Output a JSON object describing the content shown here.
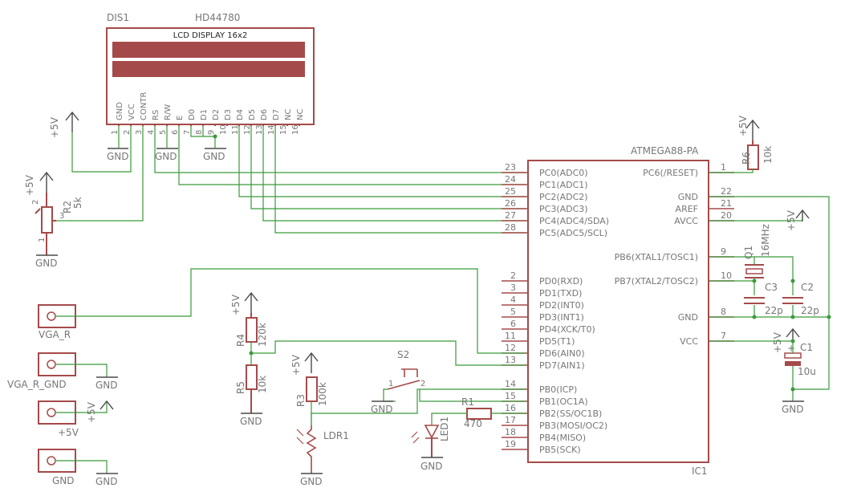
{
  "display": {
    "ref": "DIS1",
    "part": "HD44780",
    "title": "LCD DISPLAY 16x2",
    "pin_names": [
      "GND",
      "VCC",
      "CONTR",
      "RS",
      "R/W",
      "E",
      "D0",
      "D1",
      "D2",
      "D3",
      "D4",
      "D5",
      "D6",
      "D7",
      "NC",
      "NC"
    ],
    "pin_numbers": [
      "1",
      "2",
      "3",
      "4",
      "5",
      "6",
      "7",
      "8",
      "9",
      "10",
      "11",
      "12",
      "13",
      "14",
      "15",
      "16"
    ]
  },
  "ic": {
    "name": "ATMEGA88-PA",
    "ref": "IC1",
    "pins_left": [
      {
        "num": "23",
        "name": "PC0(ADC0)"
      },
      {
        "num": "24",
        "name": "PC1(ADC1)"
      },
      {
        "num": "25",
        "name": "PC2(ADC2)"
      },
      {
        "num": "26",
        "name": "PC3(ADC3)"
      },
      {
        "num": "27",
        "name": "PC4(ADC4/SDA)"
      },
      {
        "num": "28",
        "name": "PC5(ADC5/SCL)"
      },
      {
        "num": "2",
        "name": "PD0(RXD)"
      },
      {
        "num": "3",
        "name": "PD1(TXD)"
      },
      {
        "num": "4",
        "name": "PD2(INT0)"
      },
      {
        "num": "5",
        "name": "PD3(INT1)"
      },
      {
        "num": "6",
        "name": "PD4(XCK/T0)"
      },
      {
        "num": "11",
        "name": "PD5(T1)"
      },
      {
        "num": "12",
        "name": "PD6(AIN0)"
      },
      {
        "num": "13",
        "name": "PD7(AIN1)"
      },
      {
        "num": "14",
        "name": "PB0(ICP)"
      },
      {
        "num": "15",
        "name": "PB1(OC1A)"
      },
      {
        "num": "16",
        "name": "PB2(SS/OC1B)"
      },
      {
        "num": "17",
        "name": "PB3(MOSI/OC2)"
      },
      {
        "num": "18",
        "name": "PB4(MISO)"
      },
      {
        "num": "19",
        "name": "PB5(SCK)"
      }
    ],
    "pins_right": [
      {
        "num": "1",
        "name": "PC6(/RESET)"
      },
      {
        "num": "22",
        "name": "GND"
      },
      {
        "num": "21",
        "name": "AREF"
      },
      {
        "num": "20",
        "name": "AVCC"
      },
      {
        "num": "9",
        "name": "PB6(XTAL1/TOSC1)"
      },
      {
        "num": "10",
        "name": "PB7(XTAL2/TOSC2)"
      },
      {
        "num": "8",
        "name": "GND"
      },
      {
        "num": "7",
        "name": "VCC"
      }
    ]
  },
  "components": {
    "r2": {
      "ref": "R2",
      "value": "5k",
      "pin1": "1",
      "pin2": "2",
      "pin3": "3"
    },
    "r4": {
      "ref": "R4",
      "value": "120k"
    },
    "r5": {
      "ref": "R5",
      "value": "10k"
    },
    "r3": {
      "ref": "R3",
      "value": "100k"
    },
    "r6": {
      "ref": "R6",
      "value": "10k"
    },
    "r1": {
      "ref": "R1",
      "value": "470"
    },
    "q1": {
      "ref": "Q1",
      "value": "16MHz"
    },
    "c1": {
      "ref": "C1",
      "value": "10u",
      "plus": "+"
    },
    "c2": {
      "ref": "C2",
      "value": "22p"
    },
    "c3": {
      "ref": "C3",
      "value": "22p"
    },
    "s2": {
      "ref": "S2",
      "pin1": "1",
      "pin2": "2"
    },
    "ldr1": {
      "ref": "LDR1"
    },
    "led1": {
      "ref": "LED1"
    }
  },
  "connectors": [
    "VGA_R",
    "VGA_R_GND",
    "+5V",
    "GND"
  ],
  "power": {
    "vcc": "+5V",
    "gnd": "GND"
  }
}
